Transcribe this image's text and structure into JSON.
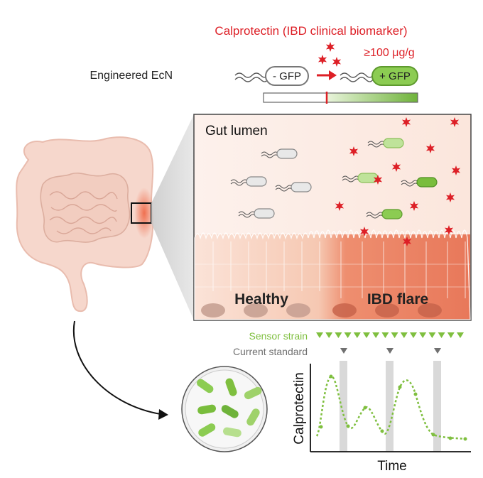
{
  "header": {
    "calprotectin_label": "Calprotectin (IBD clinical biomarker)",
    "threshold_label": "≥100 μg/g",
    "engineered_label": "Engineered EcN",
    "gfp_off_label": "- GFP",
    "gfp_on_label": "+ GFP"
  },
  "panel": {
    "title": "Gut lumen",
    "healthy_label": "Healthy",
    "flare_label": "IBD flare"
  },
  "monitoring": {
    "sensor_label": "Sensor strain",
    "standard_label": "Current standard",
    "x_axis_label": "Time",
    "y_axis_label": "Calprotectin"
  },
  "colors": {
    "red": "#dd1f26",
    "green": "#7fbf3f",
    "light_green": "#9fd26a",
    "tissue_flare": "#e8785a",
    "tissue_healthy": "#f5d2c2",
    "gray": "#707070"
  },
  "icons": [
    "calprotectin-star-icon",
    "bacterium-icon",
    "intestine-icon",
    "petri-dish-icon",
    "sensor-triangle-icon",
    "standard-triangle-icon"
  ]
}
